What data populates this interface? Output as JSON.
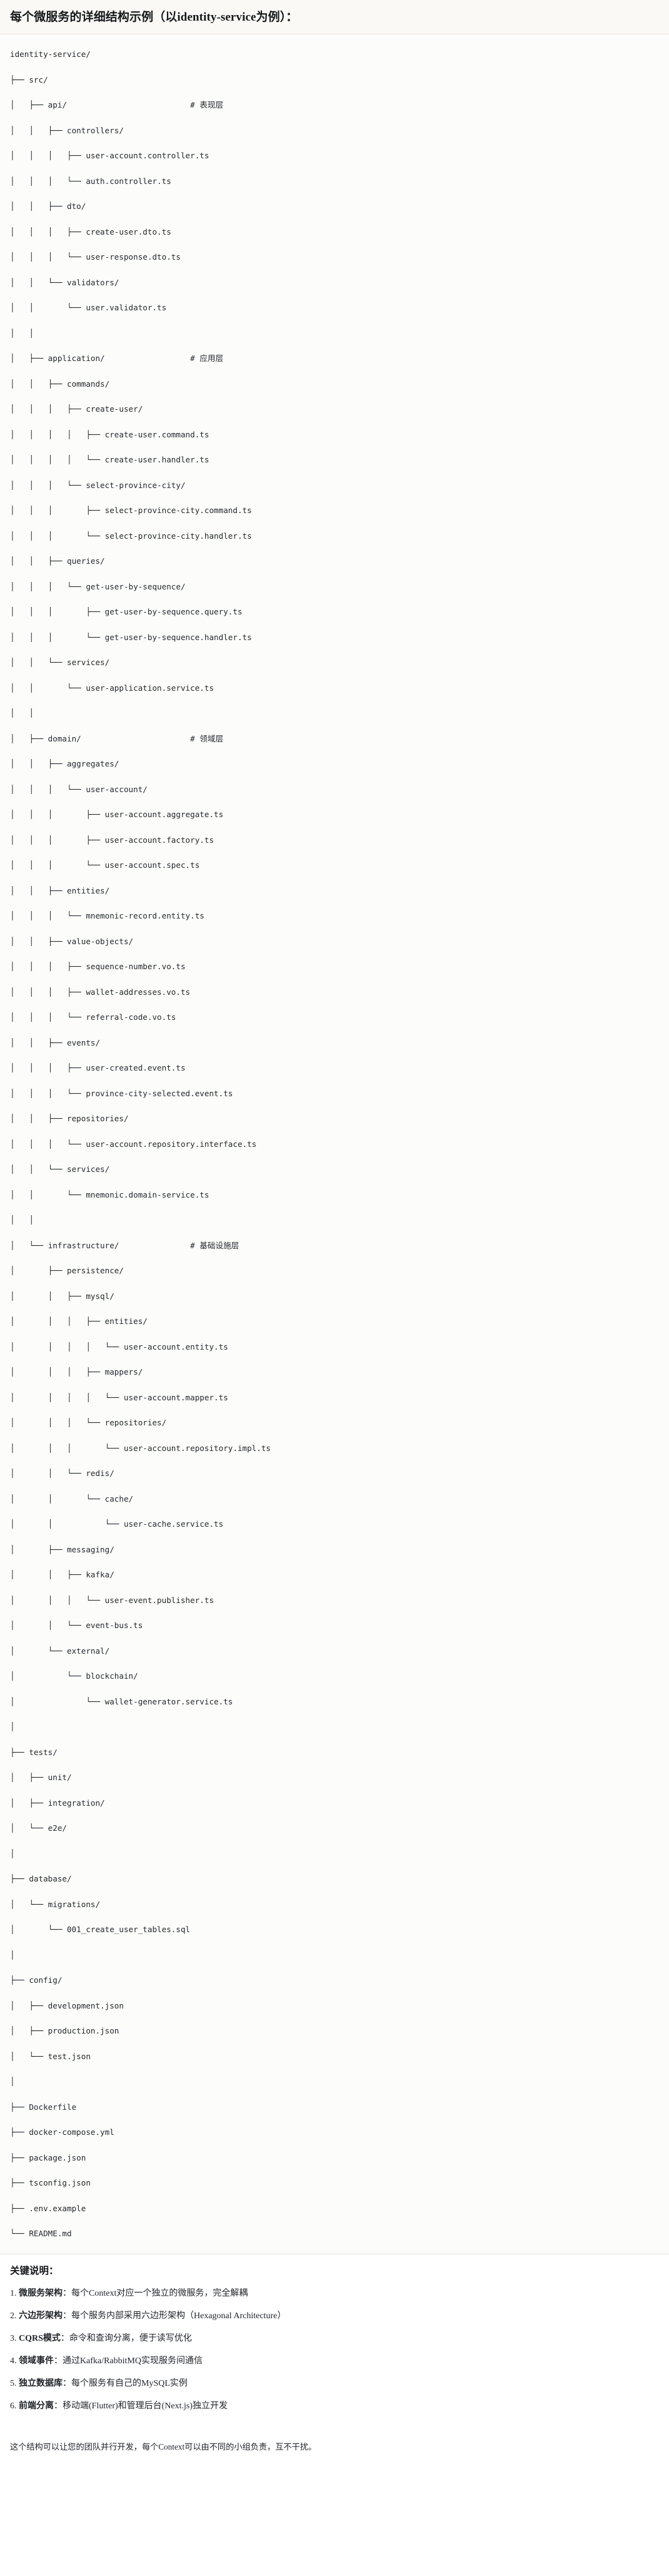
{
  "header": {
    "title": "每个微服务的详细结构示例（以identity-service为例）："
  },
  "tree": {
    "lines": [
      "identity-service/",
      "├── src/",
      "│   ├── api/                          # 表现层",
      "│   │   ├── controllers/",
      "│   │   │   ├── user-account.controller.ts",
      "│   │   │   └── auth.controller.ts",
      "│   │   ├── dto/",
      "│   │   │   ├── create-user.dto.ts",
      "│   │   │   └── user-response.dto.ts",
      "│   │   └── validators/",
      "│   │       └── user.validator.ts",
      "│   │",
      "│   ├── application/                  # 应用层",
      "│   │   ├── commands/",
      "│   │   │   ├── create-user/",
      "│   │   │   │   ├── create-user.command.ts",
      "│   │   │   │   └── create-user.handler.ts",
      "│   │   │   └── select-province-city/",
      "│   │   │       ├── select-province-city.command.ts",
      "│   │   │       └── select-province-city.handler.ts",
      "│   │   ├── queries/",
      "│   │   │   └── get-user-by-sequence/",
      "│   │   │       ├── get-user-by-sequence.query.ts",
      "│   │   │       └── get-user-by-sequence.handler.ts",
      "│   │   └── services/",
      "│   │       └── user-application.service.ts",
      "│   │",
      "│   ├── domain/                       # 领域层",
      "│   │   ├── aggregates/",
      "│   │   │   └── user-account/",
      "│   │   │       ├── user-account.aggregate.ts",
      "│   │   │       ├── user-account.factory.ts",
      "│   │   │       └── user-account.spec.ts",
      "│   │   ├── entities/",
      "│   │   │   └── mnemonic-record.entity.ts",
      "│   │   ├── value-objects/",
      "│   │   │   ├── sequence-number.vo.ts",
      "│   │   │   ├── wallet-addresses.vo.ts",
      "│   │   │   └── referral-code.vo.ts",
      "│   │   ├── events/",
      "│   │   │   ├── user-created.event.ts",
      "│   │   │   └── province-city-selected.event.ts",
      "│   │   ├── repositories/",
      "│   │   │   └── user-account.repository.interface.ts",
      "│   │   └── services/",
      "│   │       └── mnemonic.domain-service.ts",
      "│   │",
      "│   └── infrastructure/               # 基础设施层",
      "│       ├── persistence/",
      "│       │   ├── mysql/",
      "│       │   │   ├── entities/",
      "│       │   │   │   └── user-account.entity.ts",
      "│       │   │   ├── mappers/",
      "│       │   │   │   └── user-account.mapper.ts",
      "│       │   │   └── repositories/",
      "│       │   │       └── user-account.repository.impl.ts",
      "│       │   └── redis/",
      "│       │       └── cache/",
      "│       │           └── user-cache.service.ts",
      "│       ├── messaging/",
      "│       │   ├── kafka/",
      "│       │   │   └── user-event.publisher.ts",
      "│       │   └── event-bus.ts",
      "│       └── external/",
      "│           └── blockchain/",
      "│               └── wallet-generator.service.ts",
      "│",
      "├── tests/",
      "│   ├── unit/",
      "│   ├── integration/",
      "│   └── e2e/",
      "│",
      "├── database/",
      "│   └── migrations/",
      "│       └── 001_create_user_tables.sql",
      "│",
      "├── config/",
      "│   ├── development.json",
      "│   ├── production.json",
      "│   └── test.json",
      "│",
      "├── Dockerfile",
      "├── docker-compose.yml",
      "├── package.json",
      "├── tsconfig.json",
      "├── .env.example",
      "└── README.md"
    ]
  },
  "notes": {
    "heading": "关键说明：",
    "items": [
      {
        "num": "1.",
        "term": "微服务架构",
        "sep": "：",
        "desc": "每个Context对应一个独立的微服务，完全解耦"
      },
      {
        "num": "2.",
        "term": "六边形架构",
        "sep": "：",
        "desc": "每个服务内部采用六边形架构（Hexagonal Architecture）"
      },
      {
        "num": "3.",
        "term": "CQRS模式",
        "sep": "：",
        "desc": "命令和查询分离，便于读写优化"
      },
      {
        "num": "4.",
        "term": "领域事件",
        "sep": "：",
        "desc": "通过Kafka/RabbitMQ实现服务间通信"
      },
      {
        "num": "5.",
        "term": "独立数据库",
        "sep": "：",
        "desc": "每个服务有自己的MySQL实例"
      },
      {
        "num": "6.",
        "term": "前端分离",
        "sep": "：",
        "desc": "移动端(Flutter)和管理后台(Next.js)独立开发"
      }
    ],
    "closing": "这个结构可以让您的团队并行开发，每个Context可以由不同的小组负责，互不干扰。"
  },
  "colors": {
    "header_bg": "#faf9f6",
    "code_bg": "#fcfcfa",
    "text": "#24292f",
    "rule": "#e7e5e0"
  }
}
